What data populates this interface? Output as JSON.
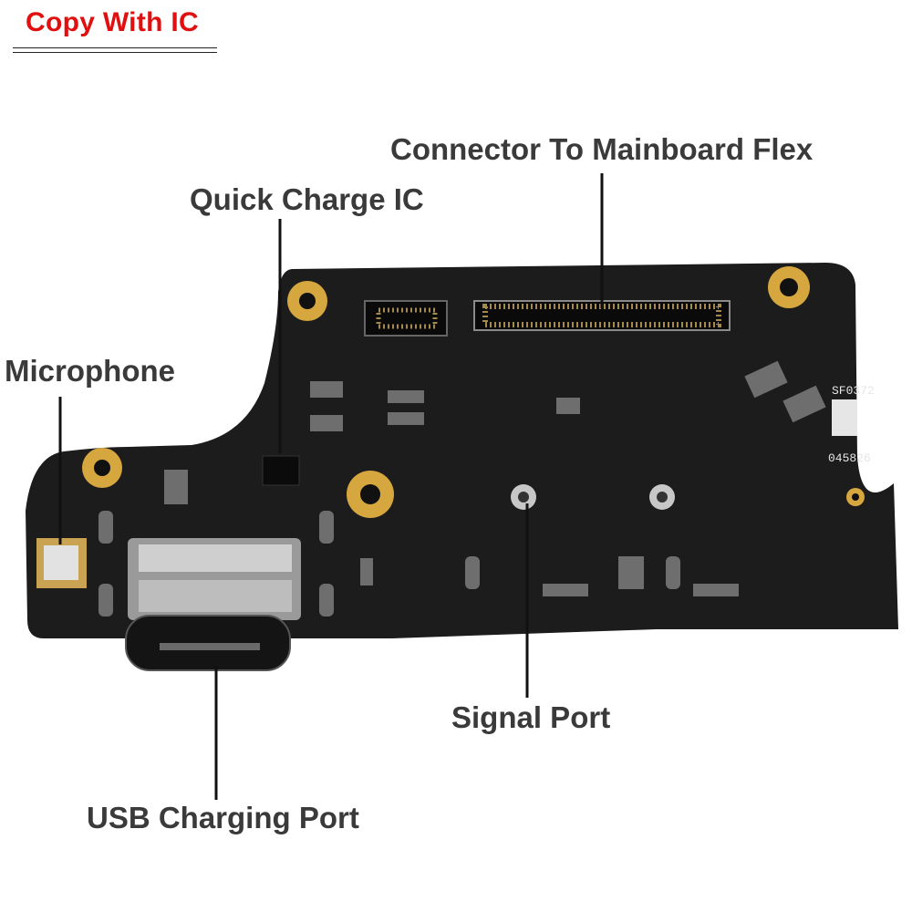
{
  "header": {
    "badge_text": "Copy With IC",
    "badge_color": "#e01010"
  },
  "callouts": {
    "connector": "Connector To Mainboard Flex",
    "quick_charge": "Quick Charge IC",
    "microphone": "Microphone",
    "signal_port": "Signal Port",
    "usb_port": "USB Charging Port"
  },
  "board": {
    "marking_top": "SF0372",
    "marking_bottom": "045826",
    "pcb_color": "#1c1c1c",
    "pad_color": "#d6a73f"
  }
}
